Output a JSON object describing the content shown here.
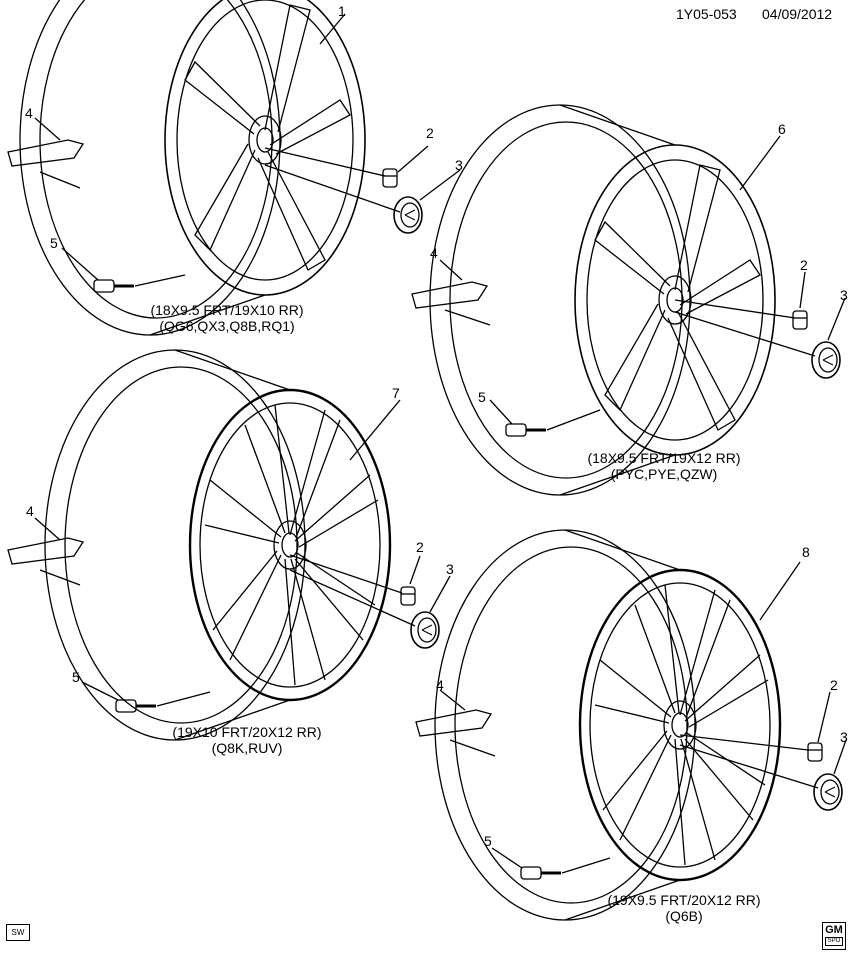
{
  "header": {
    "code": "1Y05-053",
    "date": "04/09/2012"
  },
  "callouts": [
    "1",
    "2",
    "3",
    "4",
    "5",
    "6",
    "7",
    "8"
  ],
  "wheels": [
    {
      "size": "(18X9.5 FRT/19X10 RR)",
      "codes": "(QG6,QX3,Q8B,RQ1)",
      "part": "1"
    },
    {
      "size": "(18X9.5 FRT/19X12 RR)",
      "codes": "(PYC,PYE,QZW)",
      "part": "6"
    },
    {
      "size": "(19X10 FRT/20X12 RR)",
      "codes": "(Q8K,RUV)",
      "part": "7"
    },
    {
      "size": "(19X9.5 FRT/20X12 RR)",
      "codes": "(Q6B)",
      "part": "8"
    }
  ],
  "footer": {
    "sw": "SW",
    "logo_text": "GM",
    "logo_sub": "SPO"
  }
}
